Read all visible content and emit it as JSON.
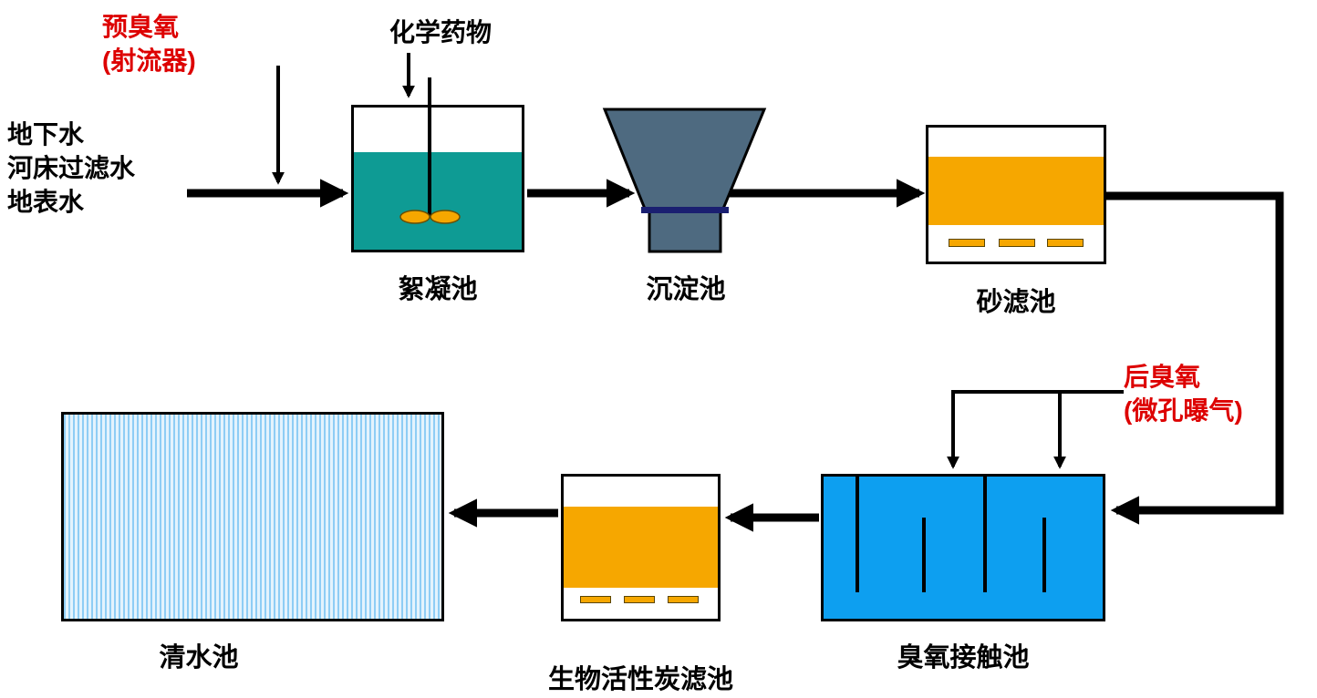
{
  "diagram": {
    "influent": {
      "lines": [
        "地下水",
        "河床过滤水",
        "地表水"
      ]
    },
    "pre_ozone": {
      "line1": "预臭氧",
      "line2": "(射流器)"
    },
    "chemical": {
      "label": "化学药物"
    },
    "post_ozone": {
      "line1": "后臭氧",
      "line2": "(微孔曝气)"
    },
    "tanks": {
      "flocculation": "絮凝池",
      "sedimentation": "沉淀池",
      "sand_filter": "砂滤池",
      "ozone_contact": "臭氧接触池",
      "bac_filter": "生物活性炭滤池",
      "clear_water": "清水池"
    }
  },
  "colors": {
    "red_text": "#dd0000",
    "teal_water": "#0e9b94",
    "funnel_slate": "#4e6a80",
    "navy_line": "#1a1f71",
    "orange": "#f6a700",
    "ozone_blue": "#0d9ff0",
    "clear_stripe": "#8ecdf5",
    "clear_bg": "#e4f3fd"
  }
}
